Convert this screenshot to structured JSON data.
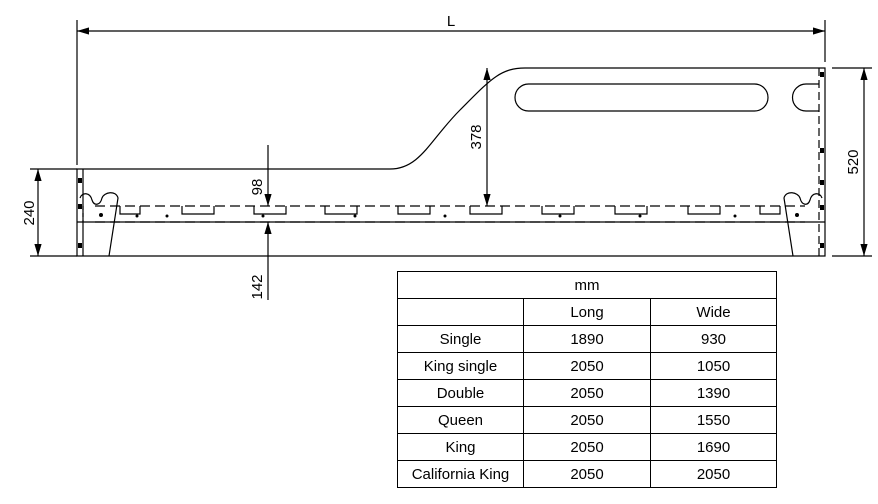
{
  "dimensions": {
    "length": "L",
    "headboard_height": "520",
    "frame_height": "240",
    "headboard_rise": "378",
    "rail_top": "98",
    "rail_bottom": "142"
  },
  "table": {
    "unit": "mm",
    "columns": [
      "",
      "Long",
      "Wide"
    ],
    "rows": [
      {
        "size": "Single",
        "long": "1890",
        "wide": "930"
      },
      {
        "size": "King single",
        "long": "2050",
        "wide": "1050"
      },
      {
        "size": "Double",
        "long": "2050",
        "wide": "1390"
      },
      {
        "size": "Queen",
        "long": "2050",
        "wide": "1550"
      },
      {
        "size": "King",
        "long": "2050",
        "wide": "1690"
      },
      {
        "size": "California King",
        "long": "2050",
        "wide": "2050"
      }
    ]
  }
}
